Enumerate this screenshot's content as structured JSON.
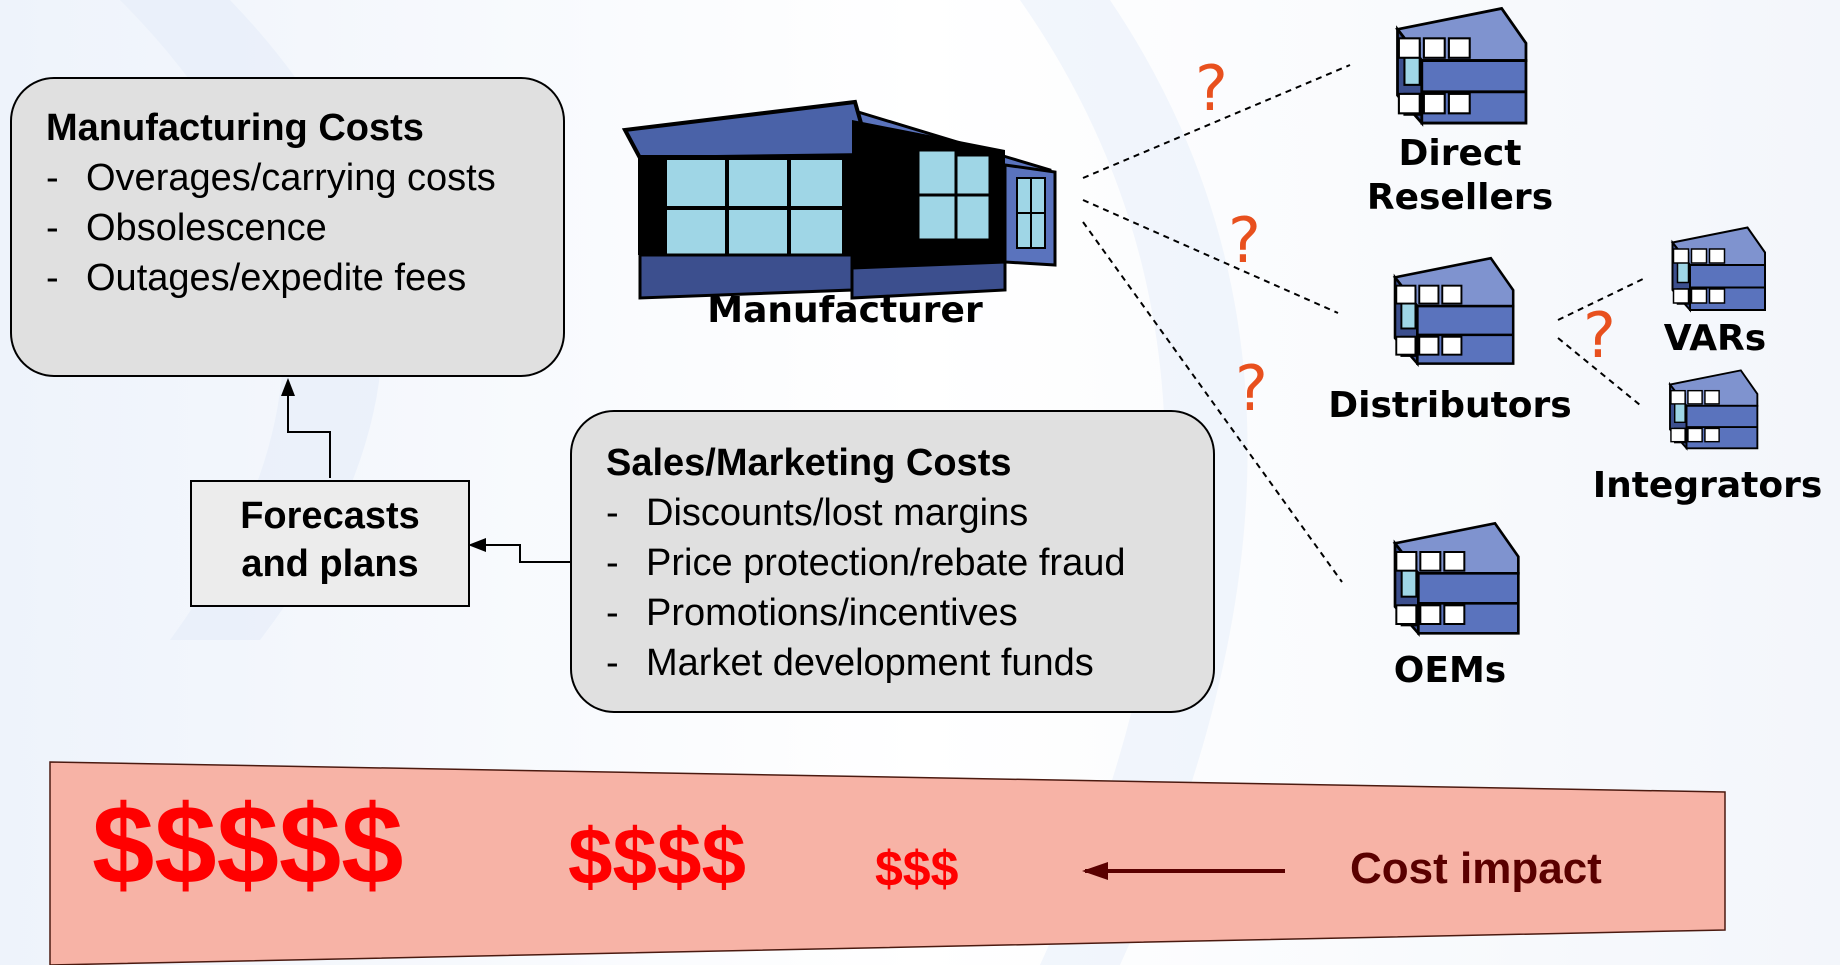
{
  "manufacturing_box": {
    "title": "Manufacturing Costs",
    "items": [
      "Overages/carrying costs",
      "Obsolescence",
      "Outages/expedite fees"
    ]
  },
  "sales_box": {
    "title": "Sales/Marketing Costs",
    "items": [
      "Discounts/lost margins",
      "Price protection/rebate fraud",
      "Promotions/incentives",
      "Market development funds"
    ]
  },
  "forecast_box": {
    "line1": "Forecasts",
    "line2": "and plans"
  },
  "nodes": {
    "manufacturer": "Manufacturer",
    "direct_resellers_line1": "Direct",
    "direct_resellers_line2": "Resellers",
    "distributors": "Distributors",
    "oems": "OEMs",
    "vars": "VARs",
    "integrators": "Integrators"
  },
  "question_mark": "?",
  "cost_banner": {
    "dollars_large": "$$$$$",
    "dollars_medium": "$$$$",
    "dollars_small": "$$$",
    "label": "Cost impact"
  },
  "colors": {
    "banner_fill": "#f7b3a6",
    "dollar_red": "#ff0000",
    "question_orange": "#e8501e",
    "building_blue": "#5068b0",
    "window_cyan": "#a8e0e8"
  }
}
